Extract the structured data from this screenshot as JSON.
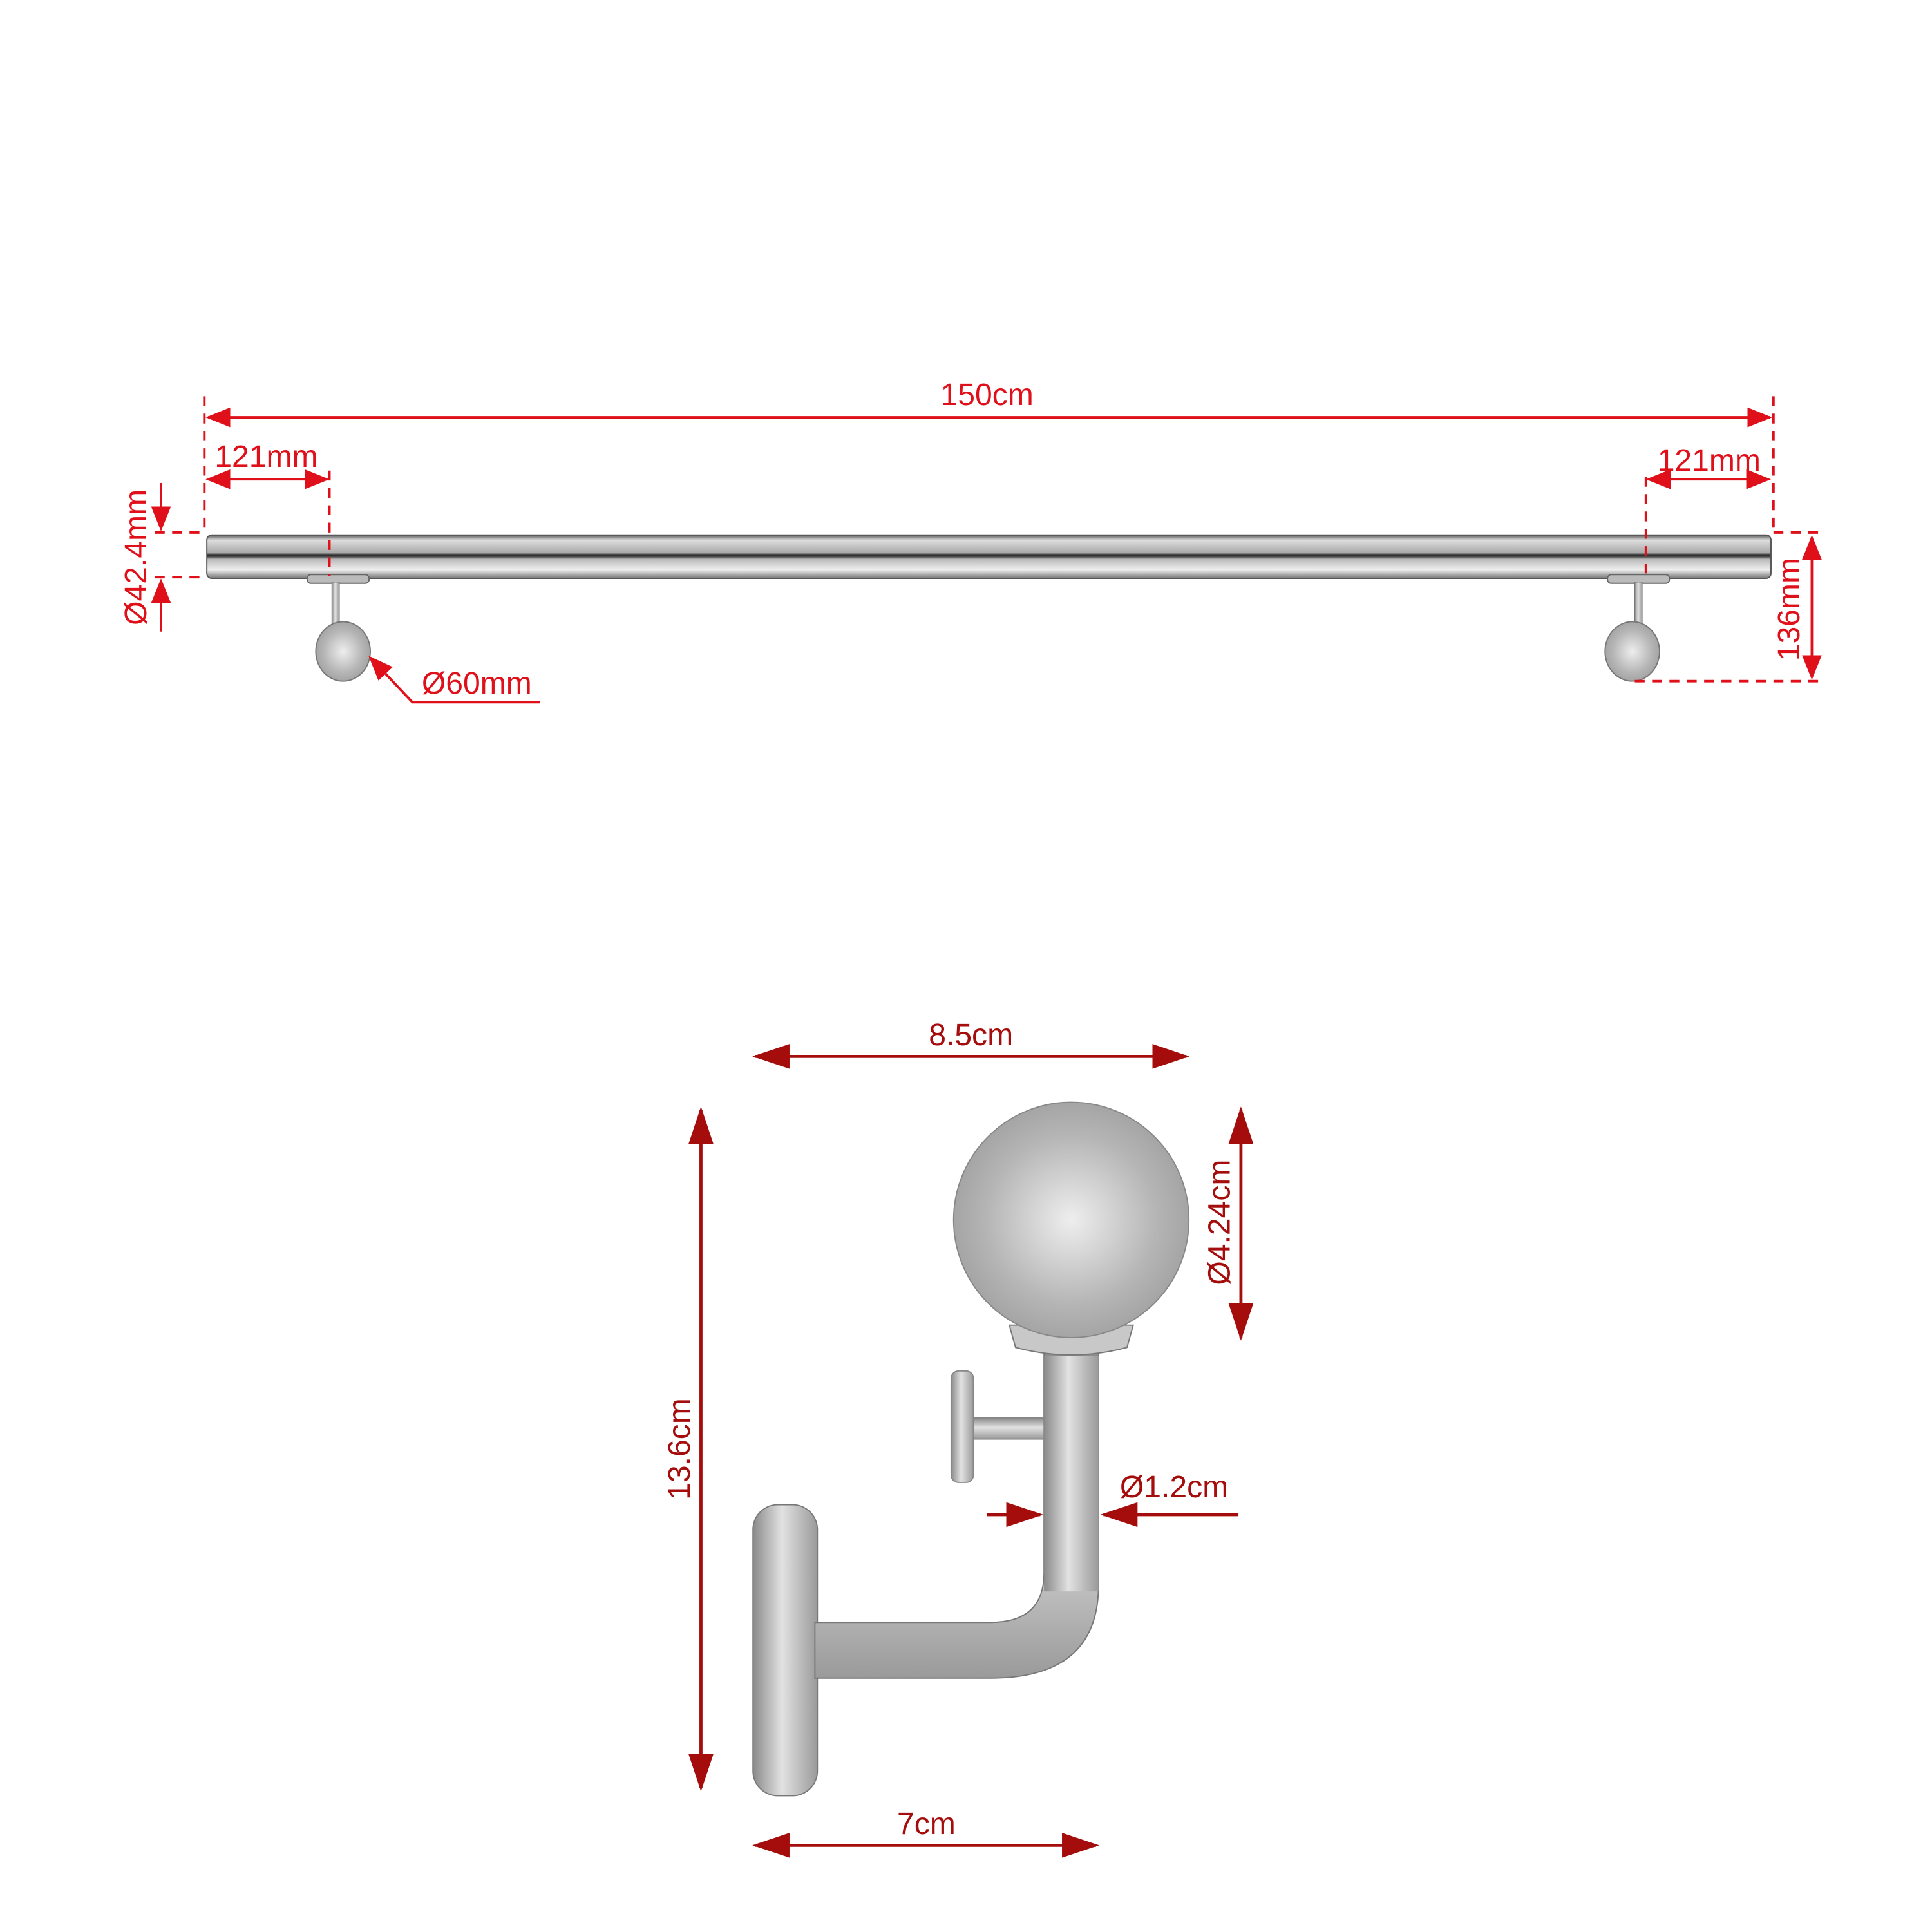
{
  "rail_view": {
    "total_length": "150cm",
    "left_offset": "121mm",
    "right_offset": "121mm",
    "rail_diameter": "Ø42.4mm",
    "plate_diameter": "Ø60mm",
    "bracket_height": "136mm"
  },
  "bracket_view": {
    "width": "8.5cm",
    "height": "13.6cm",
    "saddle_diameter": "Ø4.24cm",
    "rod_diameter": "Ø1.2cm",
    "projection": "7cm"
  },
  "colors": {
    "dimension_red": "#e0101a",
    "dimension_dark_red": "#a50c0c",
    "steel": "#b8b8b8"
  }
}
